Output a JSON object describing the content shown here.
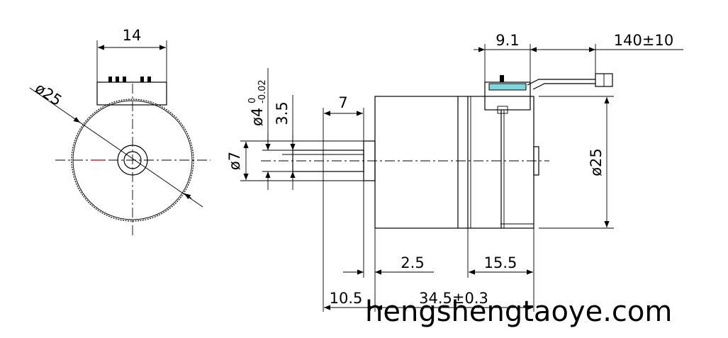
{
  "front_view": {
    "width_dim": "14",
    "diameter_dim": "ø25"
  },
  "side_view": {
    "shaft_diameter_dim": "ø4",
    "shaft_tolerance_upper": "0",
    "shaft_tolerance_lower": "-0.02",
    "flat_depth_dim": "3.5",
    "flat_length_dim": "7",
    "boss_diameter_dim": "ø7",
    "connector_width_dim": "9.1",
    "lead_length_dim": "140±10",
    "body_diameter_dim": "ø25",
    "boss_length_dim": "2.5",
    "rear_section_dim": "15.5",
    "shaft_length_dim": "10.5",
    "body_length_dim": "34.5±0.3"
  },
  "watermark": "hengshengtaoye.com",
  "colors": {
    "line": "#000000",
    "connector_fill": "#7fd6e0",
    "center_mark": "#e02020"
  }
}
